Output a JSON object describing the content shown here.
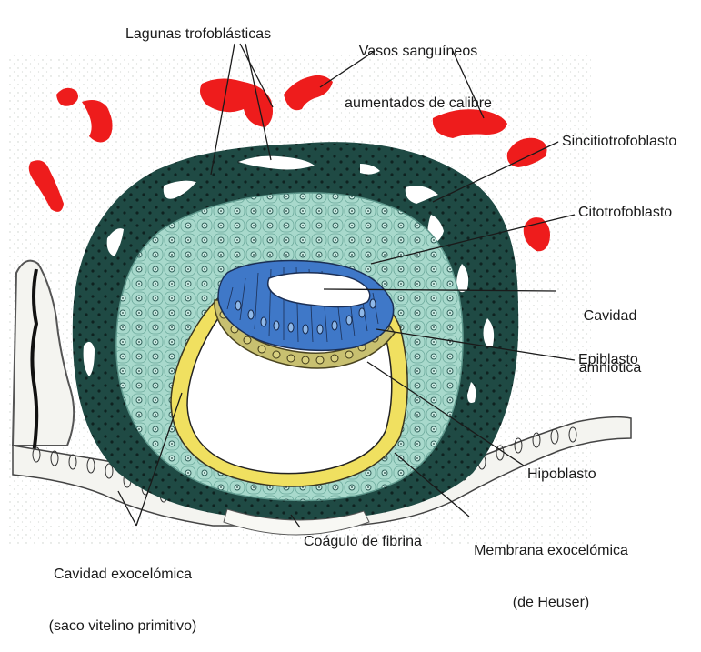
{
  "labels": {
    "lagunas": "Lagunas trofoblásticas",
    "vasos_1": "Vasos sanguíneos",
    "vasos_2": "aumentados de calibre",
    "sincitio": "Sincitiotrofoblasto",
    "citotrofo": "Citotrofoblasto",
    "cavidad_amn_1": "Cavidad",
    "cavidad_amn_2": "amniótica",
    "epiblasto": "Epiblasto",
    "hipoblasto": "Hipoblasto",
    "membrana_1": "Membrana exocelómica",
    "membrana_2": "(de Heuser)",
    "coagulo": "Coágulo de fibrina",
    "cavidad_exo_1": "Cavidad exocelómica",
    "cavidad_exo_2": "(saco vitelino primitivo)"
  },
  "colors": {
    "syncytiotrophoblast": "#1f4a44",
    "cytotrophoblast": "#a8d9cc",
    "epiblast": "#3f78c8",
    "hypoblast": "#c8c070",
    "exocoelomic_membrane": "#f0e060",
    "blood_vessels": "#ee1c1c",
    "endometrium": "#f4f4f0"
  }
}
